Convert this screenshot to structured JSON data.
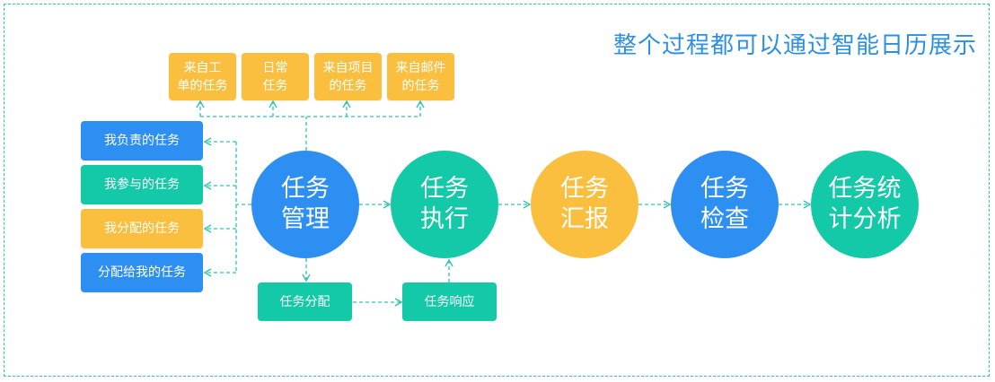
{
  "title": "整个过程都可以通过智能日历展示",
  "colors": {
    "blue": "#2e8ff2",
    "teal": "#14c9a8",
    "yellow": "#fbbf3f",
    "line": "#2ec4b0"
  },
  "source_boxes": [
    {
      "label": "来自工\n单的任务"
    },
    {
      "label": "日常\n任务"
    },
    {
      "label": "来自项目\n的任务"
    },
    {
      "label": "来自邮件\n的任务"
    }
  ],
  "my_tasks": [
    {
      "label": "我负责的任务"
    },
    {
      "label": "我参与的任务"
    },
    {
      "label": "我分配的任务"
    },
    {
      "label": "分配给我的任务"
    }
  ],
  "stages": [
    {
      "label": "任务\n管理"
    },
    {
      "label": "任务\n执行"
    },
    {
      "label": "任务\n汇报"
    },
    {
      "label": "任务\n检查"
    },
    {
      "label": "任务统\n计分析"
    }
  ],
  "sub_steps": [
    {
      "label": "任务分配"
    },
    {
      "label": "任务响应"
    }
  ]
}
